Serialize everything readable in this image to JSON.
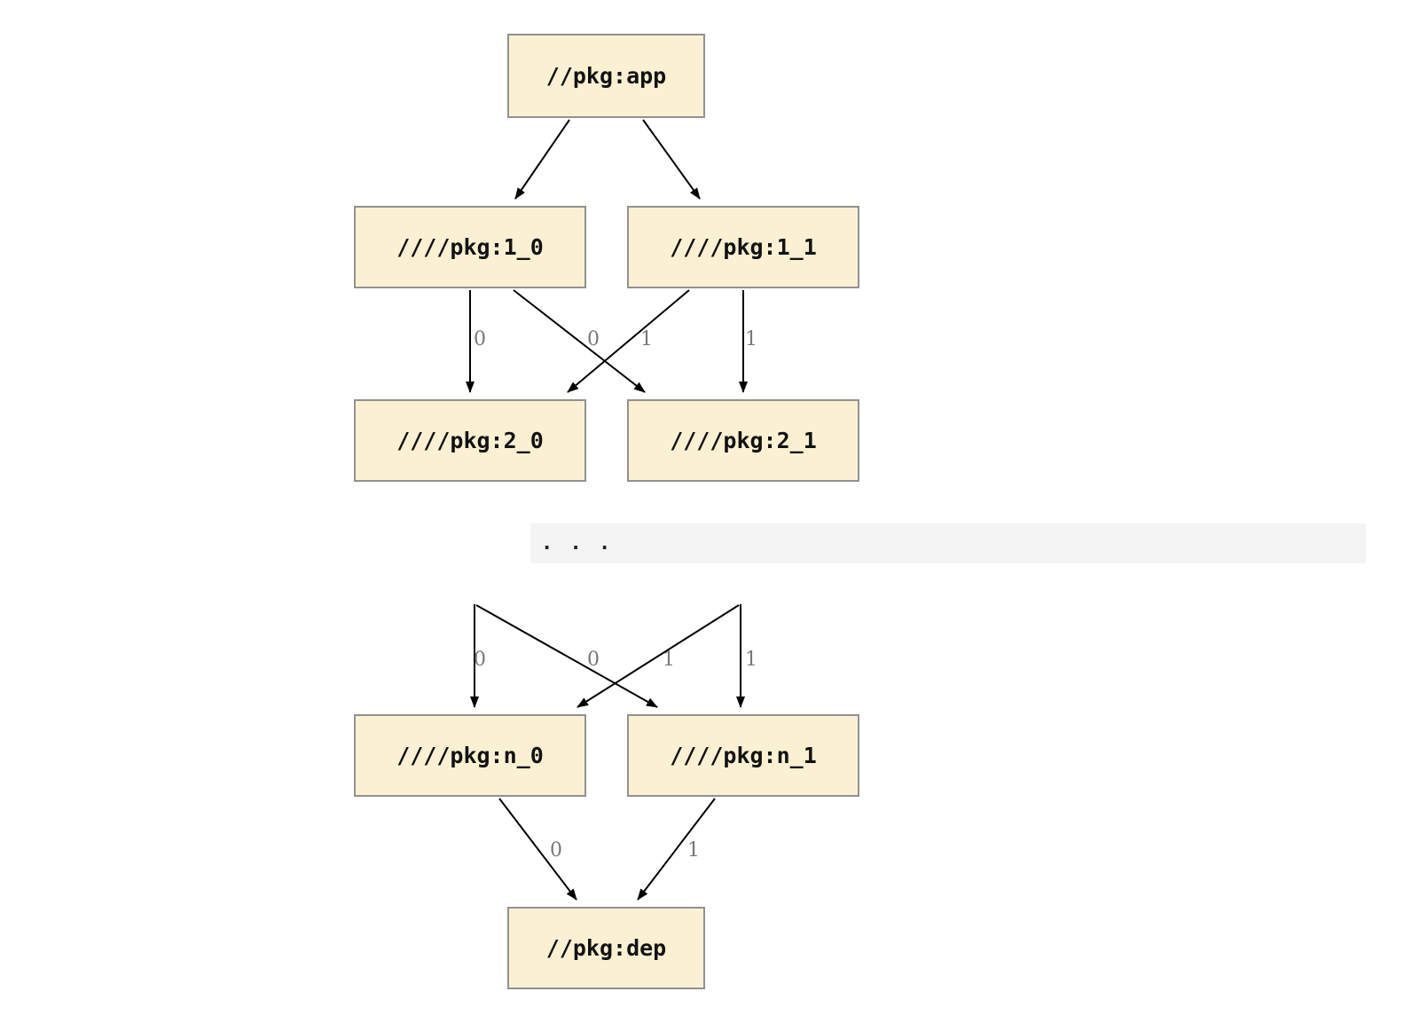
{
  "diagram": {
    "nodes": {
      "app": "//pkg:app",
      "l1_0": "////pkg:1_0",
      "l1_1": "////pkg:1_1",
      "l2_0": "////pkg:2_0",
      "l2_1": "////pkg:2_1",
      "ln_0": "////pkg:n_0",
      "ln_1": "////pkg:n_1",
      "dep": "//pkg:dep"
    },
    "ellipsis_text": ". . .",
    "edge_labels": {
      "e1_0_to_2_0": "0",
      "e1_1_to_2_0": "0",
      "e1_0_to_2_1": "1",
      "e1_1_to_2_1": "1",
      "etop_to_n_0": "0",
      "ecross_to_n_0": "0",
      "ecross_to_n_1": "1",
      "etop_to_n_1": "1",
      "en_0_to_dep": "0",
      "en_1_to_dep": "1"
    },
    "colors": {
      "node_fill": "#FBF1D2",
      "node_border": "#919191",
      "node_edge": "#000000",
      "edge_label": "#787878",
      "ellipsis_bg": "#F4F4F4"
    }
  }
}
